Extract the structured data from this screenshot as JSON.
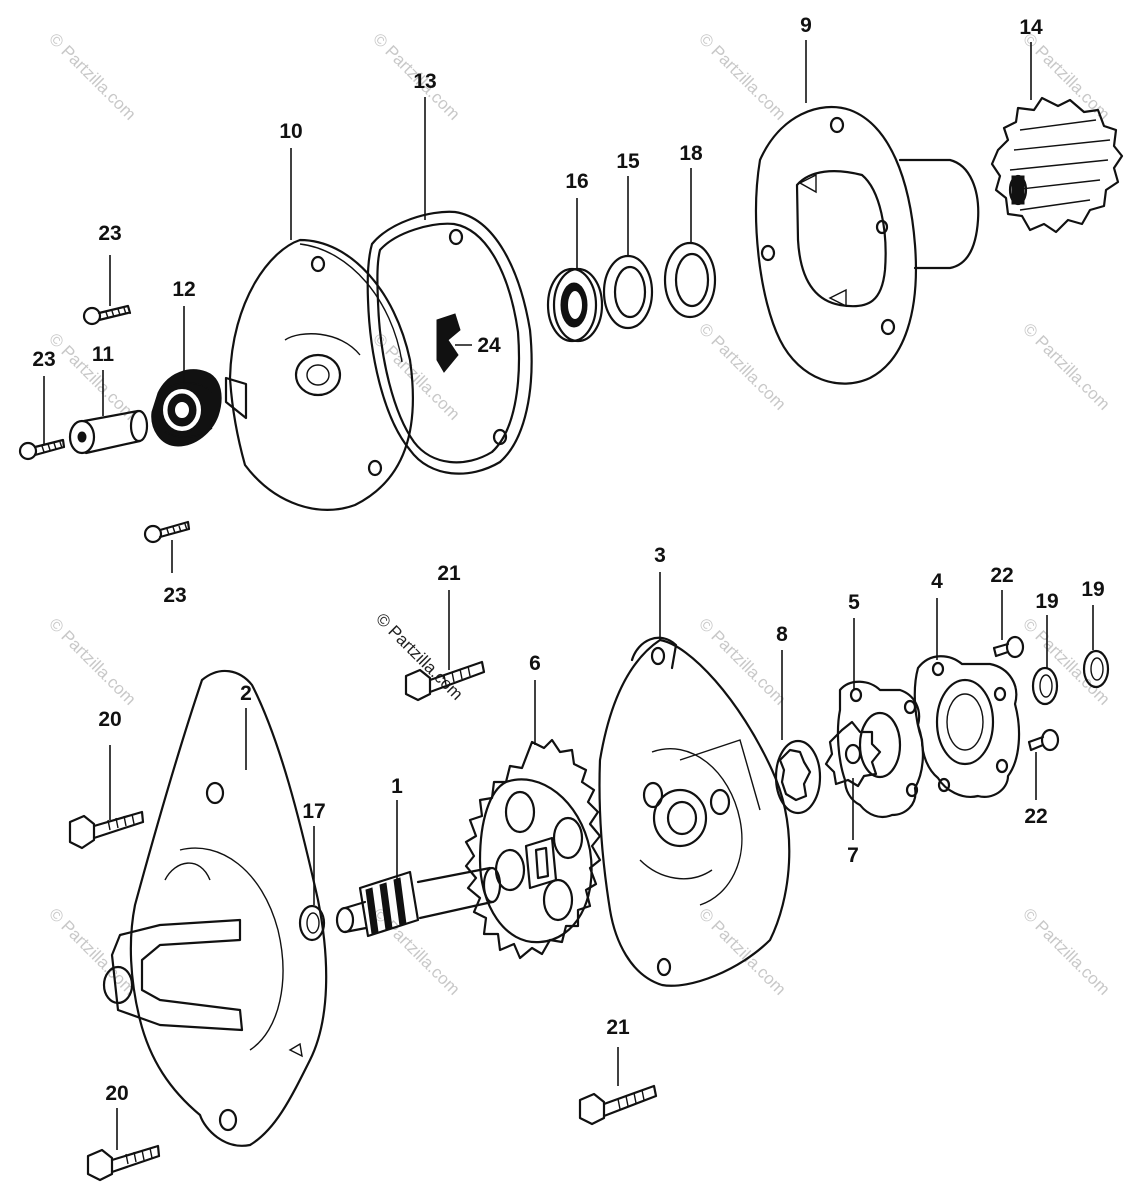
{
  "watermark": "© Partzilla.com",
  "callouts": {
    "c1": "1",
    "c2": "2",
    "c3": "3",
    "c4": "4",
    "c5": "5",
    "c6": "6",
    "c7": "7",
    "c8": "8",
    "c9": "9",
    "c10": "10",
    "c11": "11",
    "c12": "12",
    "c13": "13",
    "c14": "14",
    "c15": "15",
    "c16": "16",
    "c17": "17",
    "c18": "18",
    "c19": "19",
    "c20": "20",
    "c21": "21",
    "c22": "22",
    "c23": "23",
    "c24": "24"
  }
}
